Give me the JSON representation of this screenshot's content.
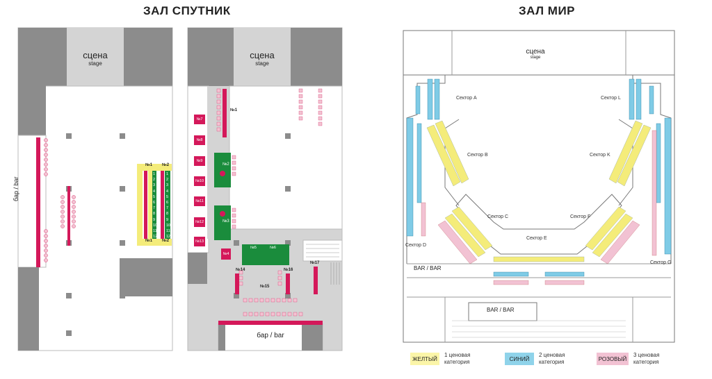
{
  "sputnik": {
    "title": "ЗАЛ СПУТНИК",
    "stage_ru": "сцена",
    "stage_en": "stage",
    "bar": "бар / bar",
    "boxes": [
      "№1",
      "№2"
    ],
    "rows": [
      "1",
      "2",
      "3",
      "4",
      "5",
      "6",
      "7",
      "8",
      "9",
      "10",
      "11",
      "12"
    ],
    "tables_left": [
      "№7",
      "№8",
      "№9",
      "№10",
      "№11",
      "№12",
      "№13"
    ],
    "tables_mid": [
      "№2",
      "№3",
      "№4",
      "№5",
      "№6"
    ],
    "tables_bottom": [
      "№14",
      "№15",
      "№16",
      "№17"
    ],
    "n1": "№1"
  },
  "mir": {
    "title": "ЗАЛ МИР",
    "stage_ru": "сцена",
    "stage_en": "stage",
    "sectors": {
      "a": "Сектор A",
      "b": "Сектор B",
      "c": "Сектор C",
      "d": "Сектор D",
      "e": "Сектор E",
      "f": "Сектор F",
      "g": "Сектор G",
      "k": "Сектор K",
      "l": "Сектор L"
    },
    "bar1": "BAR / BAR",
    "bar2": "BAR / BAR"
  },
  "legend": [
    {
      "name": "ЖЕЛТЫЙ",
      "text1": "1 ценовая",
      "text2": "категория",
      "color": "#fbf5a8"
    },
    {
      "name": "СИНИЙ",
      "text1": "2 ценовая",
      "text2": "категория",
      "color": "#8fd3ea"
    },
    {
      "name": "РОЗОВЫЙ",
      "text1": "3 ценовая",
      "text2": "категория",
      "color": "#f2c2d3"
    }
  ],
  "colors": {
    "gray": "#8c8c8c",
    "light": "#d4d4d4",
    "red": "#d4185a",
    "green": "#1a8c3c",
    "yellow": "#f4ec7a",
    "blue": "#7fcbe6",
    "pink": "#f3c3d2"
  }
}
